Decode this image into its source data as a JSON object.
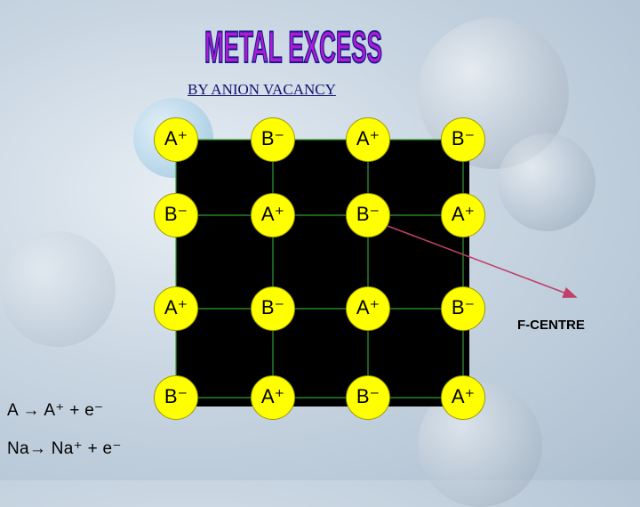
{
  "slide": {
    "title": "METAL EXCESS",
    "subtitle": "BY ANION VACANCY",
    "annotation": "F-CENTRE",
    "equations": [
      "A → A⁺  + e⁻",
      "Na→ Na⁺ + e⁻"
    ]
  },
  "lattice": {
    "rows": [
      [
        "A⁺",
        "B⁻",
        "A⁺",
        "B⁻"
      ],
      [
        "B⁻",
        "A⁺",
        "B⁻",
        "A⁺"
      ],
      [
        "A⁺",
        "B⁻",
        "A⁺",
        "B⁻"
      ],
      [
        "B⁻",
        "A⁺",
        "B⁻",
        "A⁺"
      ]
    ]
  },
  "colors": {
    "ion_fill": "#ffff00",
    "lattice_background": "#000000",
    "grid_lines": "#2e9e2e",
    "arrow": "#c0406a",
    "title_fill": "#b01ad6",
    "title_outline": "#1a1a8c",
    "subtitle_text": "#101070"
  }
}
